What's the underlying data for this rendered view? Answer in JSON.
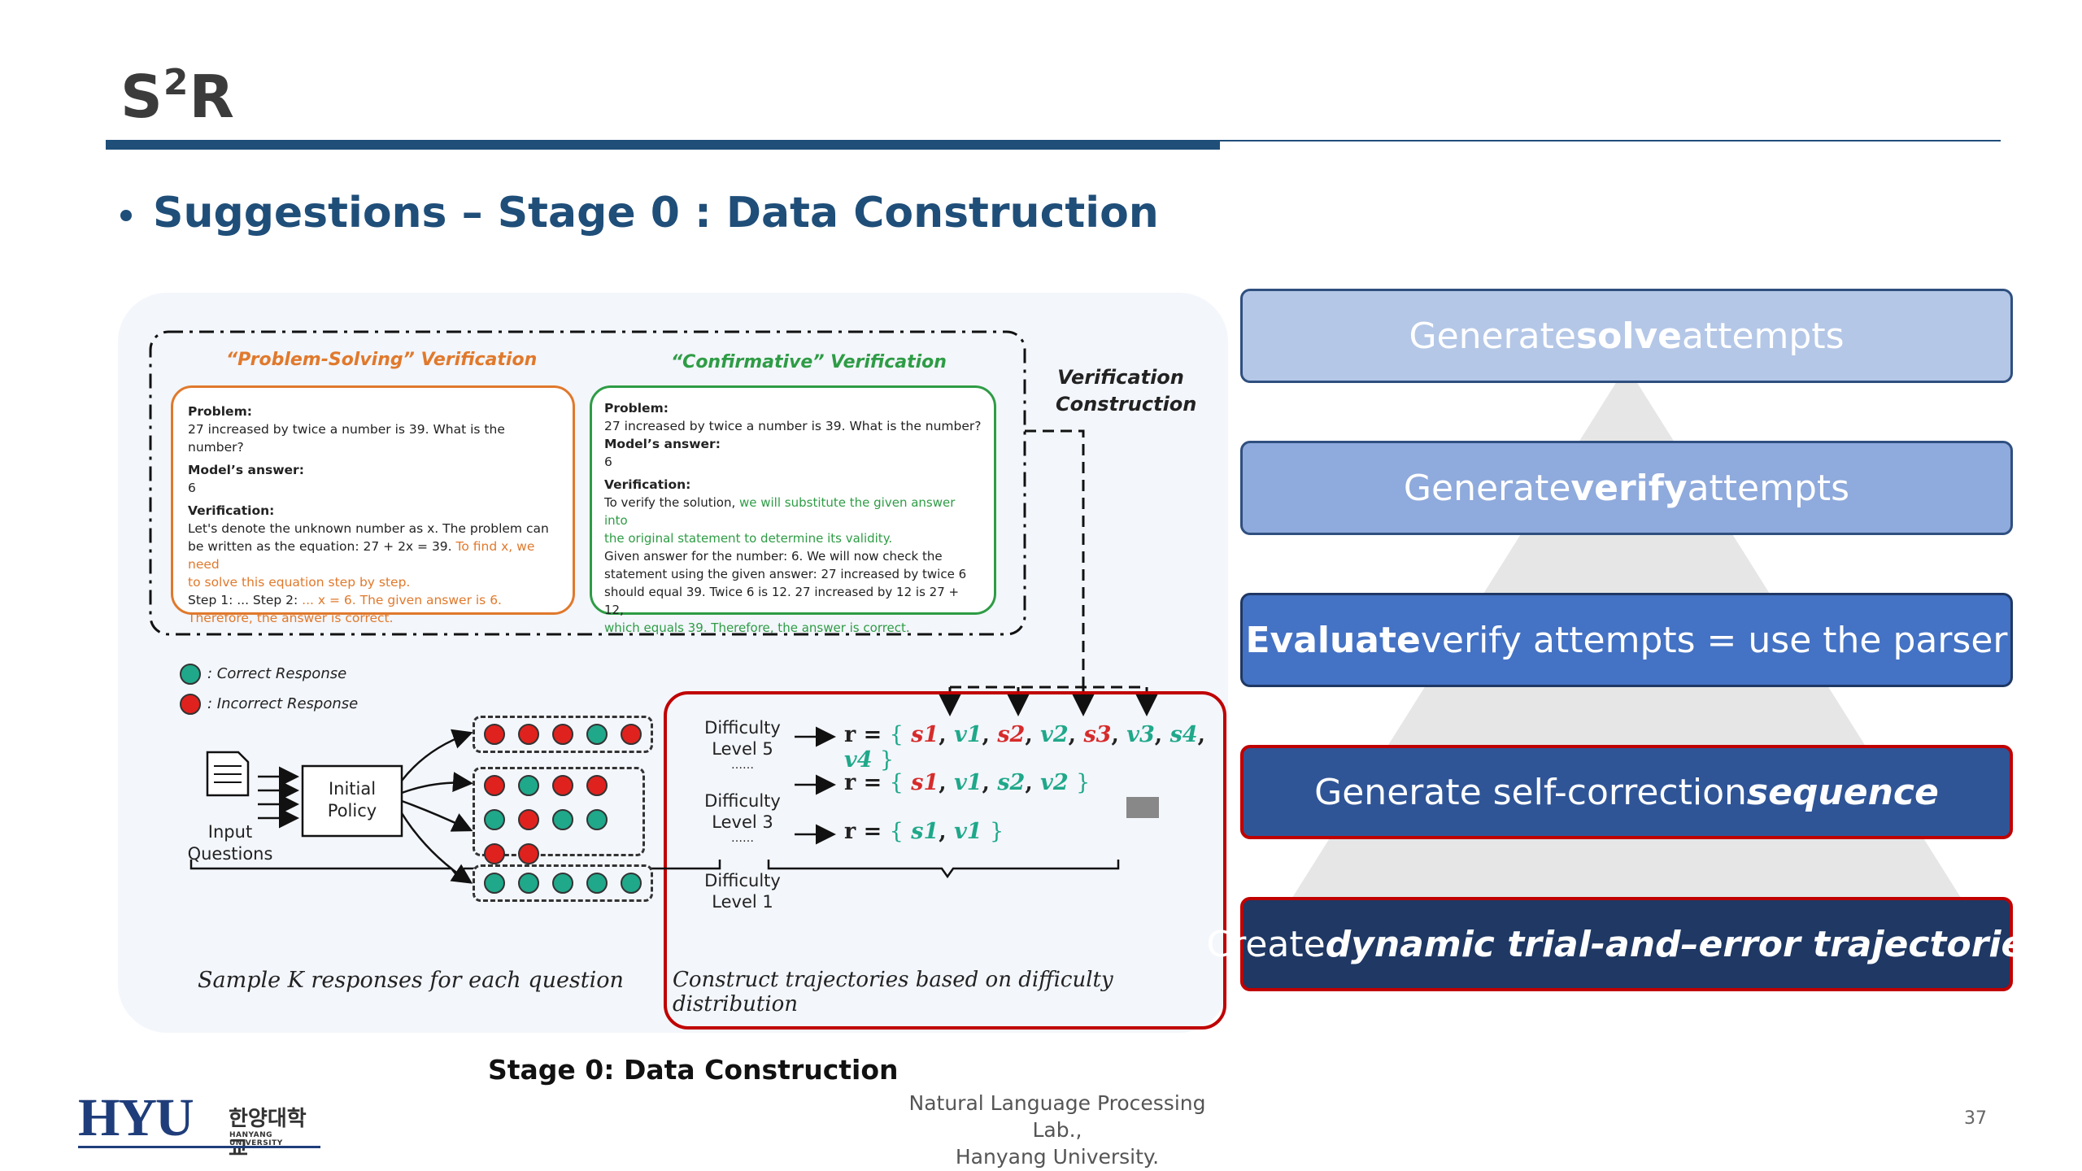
{
  "header": {
    "title_main": "S",
    "title_sup": "2",
    "title_end": "R",
    "section": "Suggestions – Stage 0 : Data Construction"
  },
  "figure": {
    "verification_construction_line1": "Verification",
    "verification_construction_line2": "Construction",
    "ps": {
      "title": "“Problem-Solving” Verification",
      "problem_label": "Problem:",
      "problem": "27 increased by twice a number is 39. What is the number?",
      "answer_label": "Model’s answer:",
      "answer": "6",
      "verification_label": "Verification:",
      "v1": "Let's denote the unknown number as x. The problem can",
      "v2a": "be written as the equation: 27 + 2x = 39. ",
      "v2b": "To find x, we need",
      "v3": "to solve this equation step by step.",
      "v4a": "Step 1: ... Step 2: ",
      "v4b": "... x = 6. The given answer is 6.",
      "v5": "Therefore, the answer is correct."
    },
    "cf": {
      "title": "“Confirmative” Verification",
      "problem_label": "Problem:",
      "problem": "27 increased by twice a number is 39. What is the number?",
      "answer_label": "Model’s answer:",
      "answer": "6",
      "verification_label": "Verification:",
      "v1a": "To verify the solution, ",
      "v1b": "we will substitute the given answer into",
      "v2": "the original statement to determine its validity.",
      "v3": "Given answer for the number: 6. We will now check the",
      "v4": "statement using the given answer: 27 increased by twice 6",
      "v5": "should equal 39. Twice 6 is 12. 27 increased by 12 is 27 + 12,",
      "v6": "which equals 39. Therefore, the answer is correct."
    },
    "legend": {
      "correct": ":  Correct Response",
      "incorrect": ":  Incorrect Response"
    },
    "input_questions_1": "Input",
    "input_questions_2": "Questions",
    "initial_policy_1": "Initial",
    "initial_policy_2": "Policy",
    "difficulty": [
      {
        "line1": "Difficulty",
        "line2": "Level 5",
        "dots": "……"
      },
      {
        "line1": "Difficulty",
        "line2": "Level 3",
        "dots": "……"
      },
      {
        "line1": "Difficulty",
        "line2": "Level 1"
      }
    ],
    "sample_caption": "Sample  K  responses for each question",
    "construct_caption": "Construct trajectories based on difficulty distribution",
    "colors": {
      "correct": "#1fa88a",
      "incorrect": "#e0221e",
      "highlight": "#c00000"
    }
  },
  "steps": [
    {
      "pre": "Generate ",
      "em": "solve",
      "post": " attempts",
      "color": "#b4c7e7"
    },
    {
      "pre": "Generate ",
      "em": "verify",
      "post": " attempts",
      "color": "#8faadc"
    },
    {
      "pre": "",
      "em": "Evaluate",
      "post": " verify attempts = use the parser",
      "color": "#4472c4"
    },
    {
      "pre": "Generate self-correction ",
      "em": "sequence",
      "post": "",
      "color": "#2f5597"
    },
    {
      "pre": "Create ",
      "em": "dynamic trial-and–error trajectories",
      "post": "",
      "color": "#1f3864"
    }
  ],
  "footer": {
    "caption": "Stage 0:  Data Construction",
    "lab_line1": "Natural Language Processing Lab.,",
    "lab_line2": "Hanyang University.",
    "page": "37",
    "logo_main": "HYU",
    "logo_kr": "한양대학교",
    "logo_en": "HANYANG UNIVERSITY"
  }
}
